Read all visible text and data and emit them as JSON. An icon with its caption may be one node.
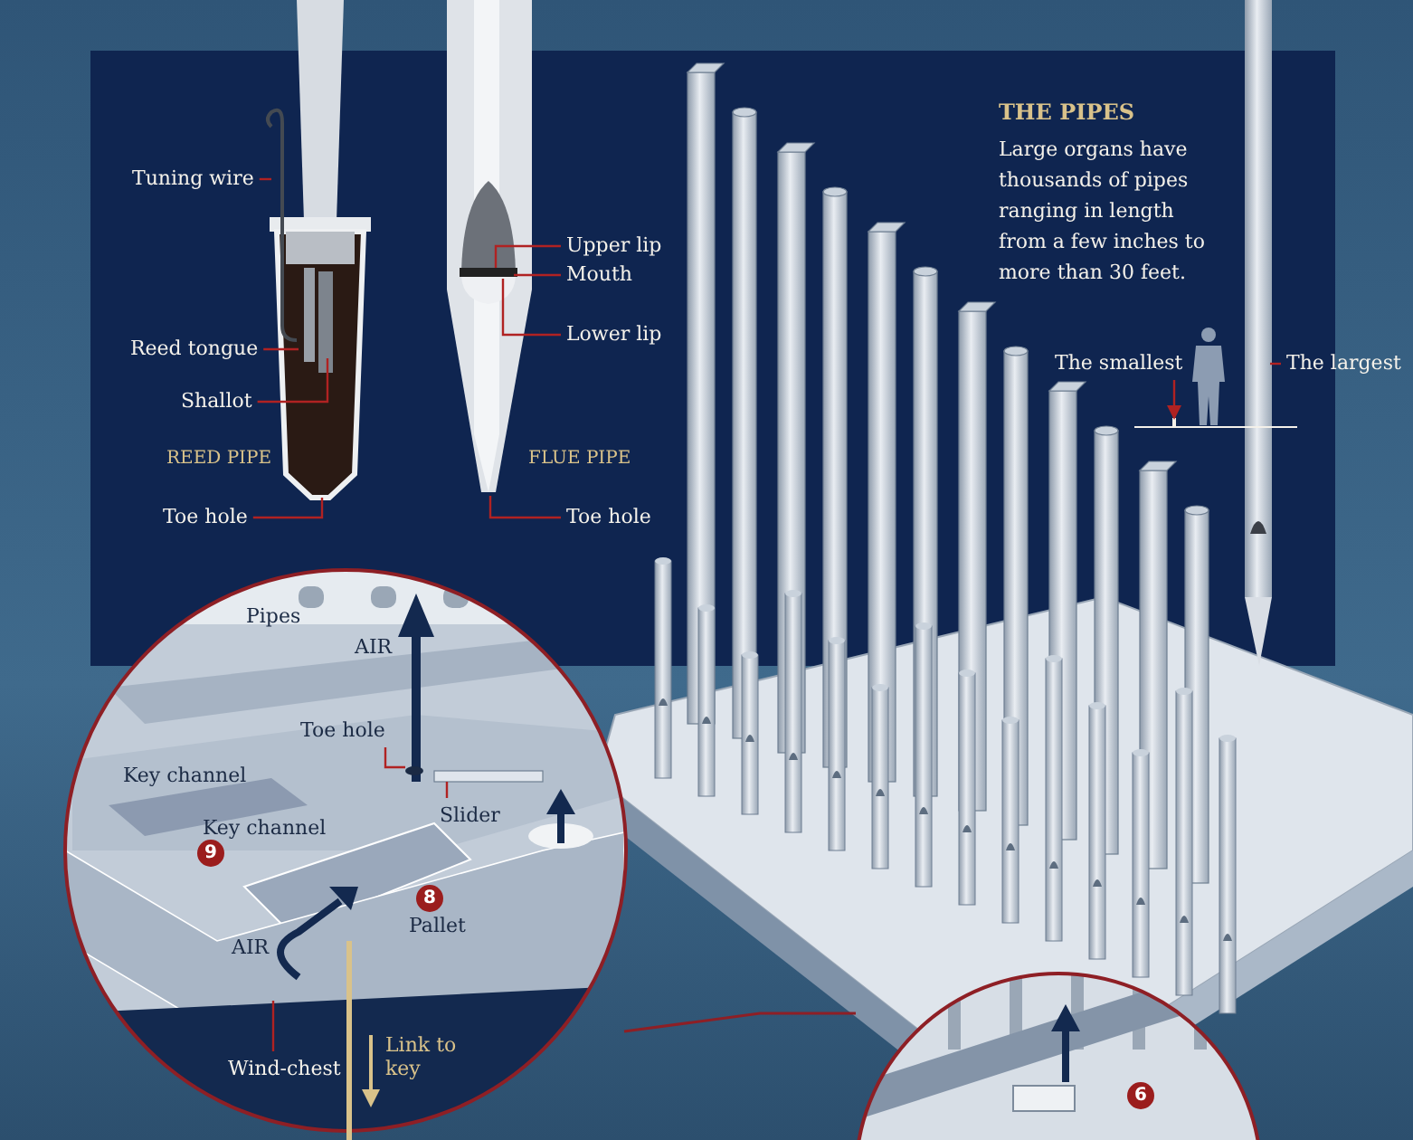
{
  "diagram": {
    "nodes": [
      {
        "text": [
          "Tuning wire"
        ]
      },
      {
        "text": [
          "Reed tongue"
        ]
      },
      {
        "text": [
          "Shallot"
        ]
      },
      {
        "text": [
          "Toe hole"
        ]
      },
      {
        "text": [
          "Upper lip"
        ]
      },
      {
        "text": [
          "Mouth"
        ]
      },
      {
        "text": [
          "Lower lip"
        ]
      },
      {
        "text": [
          "Toe hole"
        ]
      },
      {
        "text": [
          "The smallest"
        ]
      },
      {
        "text": [
          "The largest"
        ]
      },
      {
        "text": [
          "Toe hole"
        ]
      },
      {
        "text": [
          "Slider"
        ]
      },
      {
        "text": [
          "Wind-chest"
        ]
      },
      {
        "text": [],
        "shape": "circle"
      },
      {
        "text": [],
        "shape": "bar"
      },
      {
        "text": [],
        "shape": "box"
      }
    ],
    "edges": [
      {
        "from": 0,
        "to": null,
        "arrow": "none"
      },
      {
        "from": 1,
        "to": null,
        "arrow": "none"
      },
      {
        "from": 2,
        "to": null,
        "arrow": "none"
      },
      {
        "from": 3,
        "to": null,
        "arrow": "none"
      },
      {
        "from": 4,
        "to": null,
        "arrow": "none"
      },
      {
        "from": 5,
        "to": null,
        "arrow": "none"
      },
      {
        "from": 6,
        "to": null,
        "arrow": "none"
      },
      {
        "from": 7,
        "to": null,
        "arrow": "none"
      },
      {
        "from": 8,
        "to": 15,
        "arrow": "to"
      },
      {
        "from": 9,
        "to": null,
        "arrow": "none"
      },
      {
        "from": 10,
        "to": 13,
        "arrow": "none"
      },
      {
        "from": 11,
        "to": 14,
        "arrow": "none"
      },
      {
        "from": 12,
        "to": null,
        "arrow": "none"
      }
    ],
    "labels": [
      "REED PIPE",
      "FLUE PIPE",
      "THE PIPES",
      "Large organs have thousands of pipes ranging in length from a few inches to more than 30 feet.",
      "Pipes",
      "AIR",
      "Key channel",
      "Key channel",
      "9",
      "8",
      "Pallet",
      "AIR",
      "Link to key",
      "6"
    ]
  }
}
